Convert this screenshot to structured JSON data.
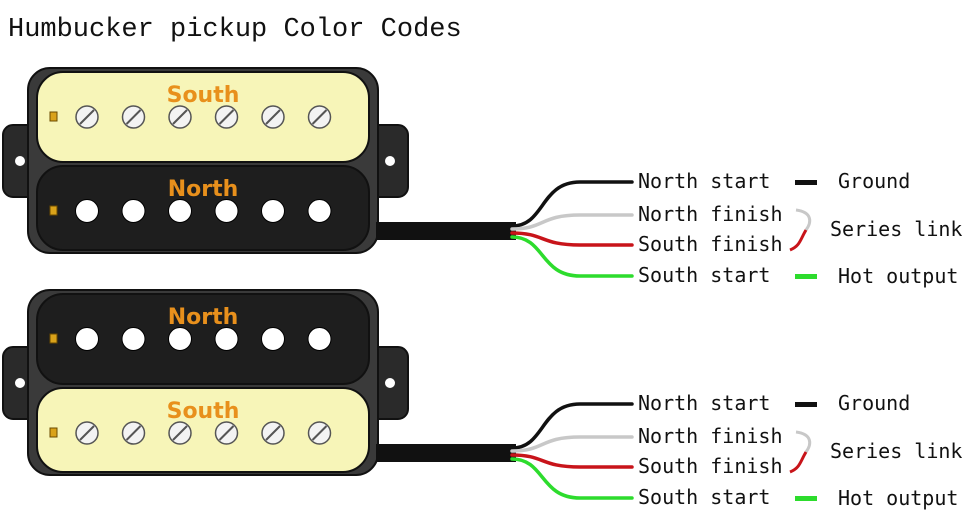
{
  "title": "Humbucker pickup Color Codes",
  "colors": {
    "black_wire": "#111111",
    "white_wire": "#c8c8c8",
    "red_wire": "#c8141a",
    "green_wire": "#2ddc2d",
    "coil_cream": "#f7f5b8",
    "coil_black": "#1e1e1e",
    "label_orange": "#e8901c"
  },
  "pickups": [
    {
      "top_coil": {
        "label": "South",
        "style": "cream-slotted-screws"
      },
      "bottom_coil": {
        "label": "North",
        "style": "black-slugs"
      },
      "wires": [
        {
          "label": "North start",
          "color": "black",
          "function": "Ground"
        },
        {
          "label": "North finish",
          "color": "white",
          "function": "Series link"
        },
        {
          "label": "South finish",
          "color": "red",
          "function": "Series link"
        },
        {
          "label": "South start",
          "color": "green",
          "function": "Hot output"
        }
      ],
      "ground_label": "Ground",
      "series_label": "Series link",
      "hot_label": "Hot output"
    },
    {
      "top_coil": {
        "label": "North",
        "style": "black-slugs"
      },
      "bottom_coil": {
        "label": "South",
        "style": "cream-slotted-screws"
      },
      "wires": [
        {
          "label": "North start",
          "color": "black",
          "function": "Ground"
        },
        {
          "label": "North finish",
          "color": "white",
          "function": "Series link"
        },
        {
          "label": "South finish",
          "color": "red",
          "function": "Series link"
        },
        {
          "label": "South start",
          "color": "green",
          "function": "Hot output"
        }
      ],
      "ground_label": "Ground",
      "series_label": "Series link",
      "hot_label": "Hot output"
    }
  ]
}
